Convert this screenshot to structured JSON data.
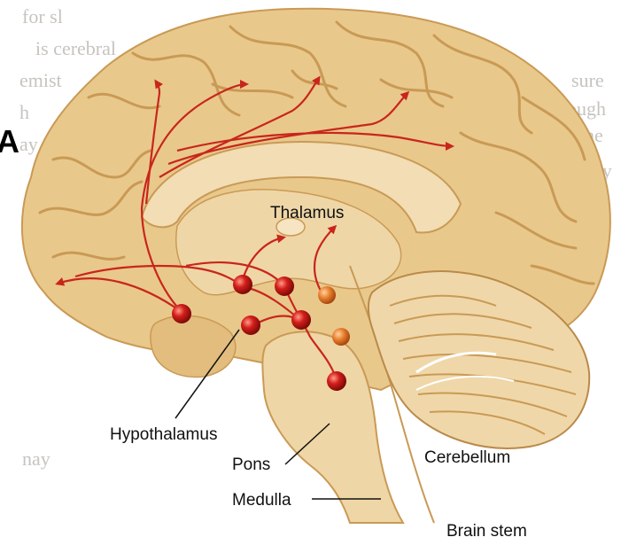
{
  "figure": {
    "edge_letter": "A",
    "background_text": [
      "for sl",
      "is cerebral",
      "emist",
      "h",
      "ay",
      "sure",
      "ough",
      "he",
      "ay",
      "nay"
    ],
    "labels": {
      "thalamus": "Thalamus",
      "hypothalamus": "Hypothalamus",
      "pons": "Pons",
      "medulla": "Medulla",
      "cerebellum": "Cerebellum",
      "brain_stem": "Brain stem"
    }
  },
  "colors": {
    "cortex": "#e9c88c",
    "cortex_shadow": "#c99a55",
    "inner": "#efd6a6",
    "arrow": "#c8261b",
    "nucleus_red": "#c8161a",
    "nucleus_orange": "#e57b2b"
  }
}
